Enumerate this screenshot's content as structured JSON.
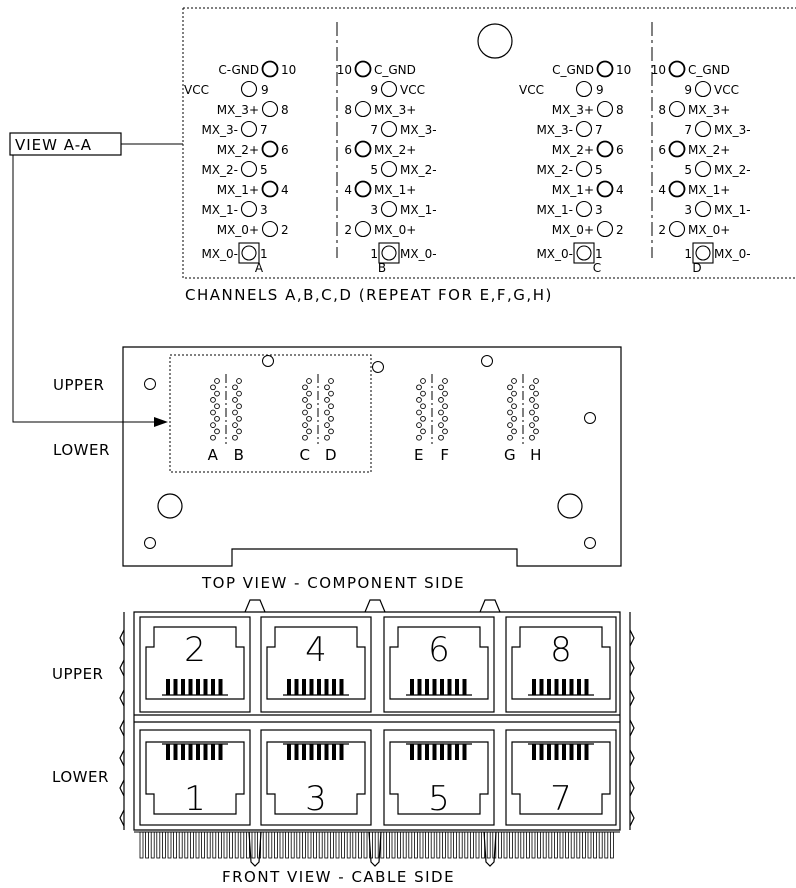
{
  "view_label": "VIEW A-A",
  "detail": {
    "caption": "CHANNELS A,B,C,D (REPEAT FOR E,F,G,H)",
    "channel_letters": [
      "A",
      "B",
      "C",
      "D"
    ],
    "pins": {
      "p10": "C-GND",
      "p10b": "C_GND",
      "p9": "VCC",
      "p8": "MX_3+",
      "p7": "MX_3-",
      "p6": "MX_2+",
      "p5": "MX_2-",
      "p4": "MX_1+",
      "p3": "MX_1-",
      "p2": "MX_0+",
      "p1": "MX_0-"
    }
  },
  "top_view": {
    "caption": "TOP VIEW - COMPONENT SIDE",
    "upper": "UPPER",
    "lower": "LOWER",
    "channel_letters": [
      "A",
      "B",
      "C",
      "D",
      "E",
      "F",
      "G",
      "H"
    ]
  },
  "front_view": {
    "caption": "FRONT VIEW - CABLE SIDE",
    "upper": "UPPER",
    "lower": "LOWER",
    "upper_ports": [
      "2",
      "4",
      "6",
      "8"
    ],
    "lower_ports": [
      "1",
      "3",
      "5",
      "7"
    ]
  }
}
